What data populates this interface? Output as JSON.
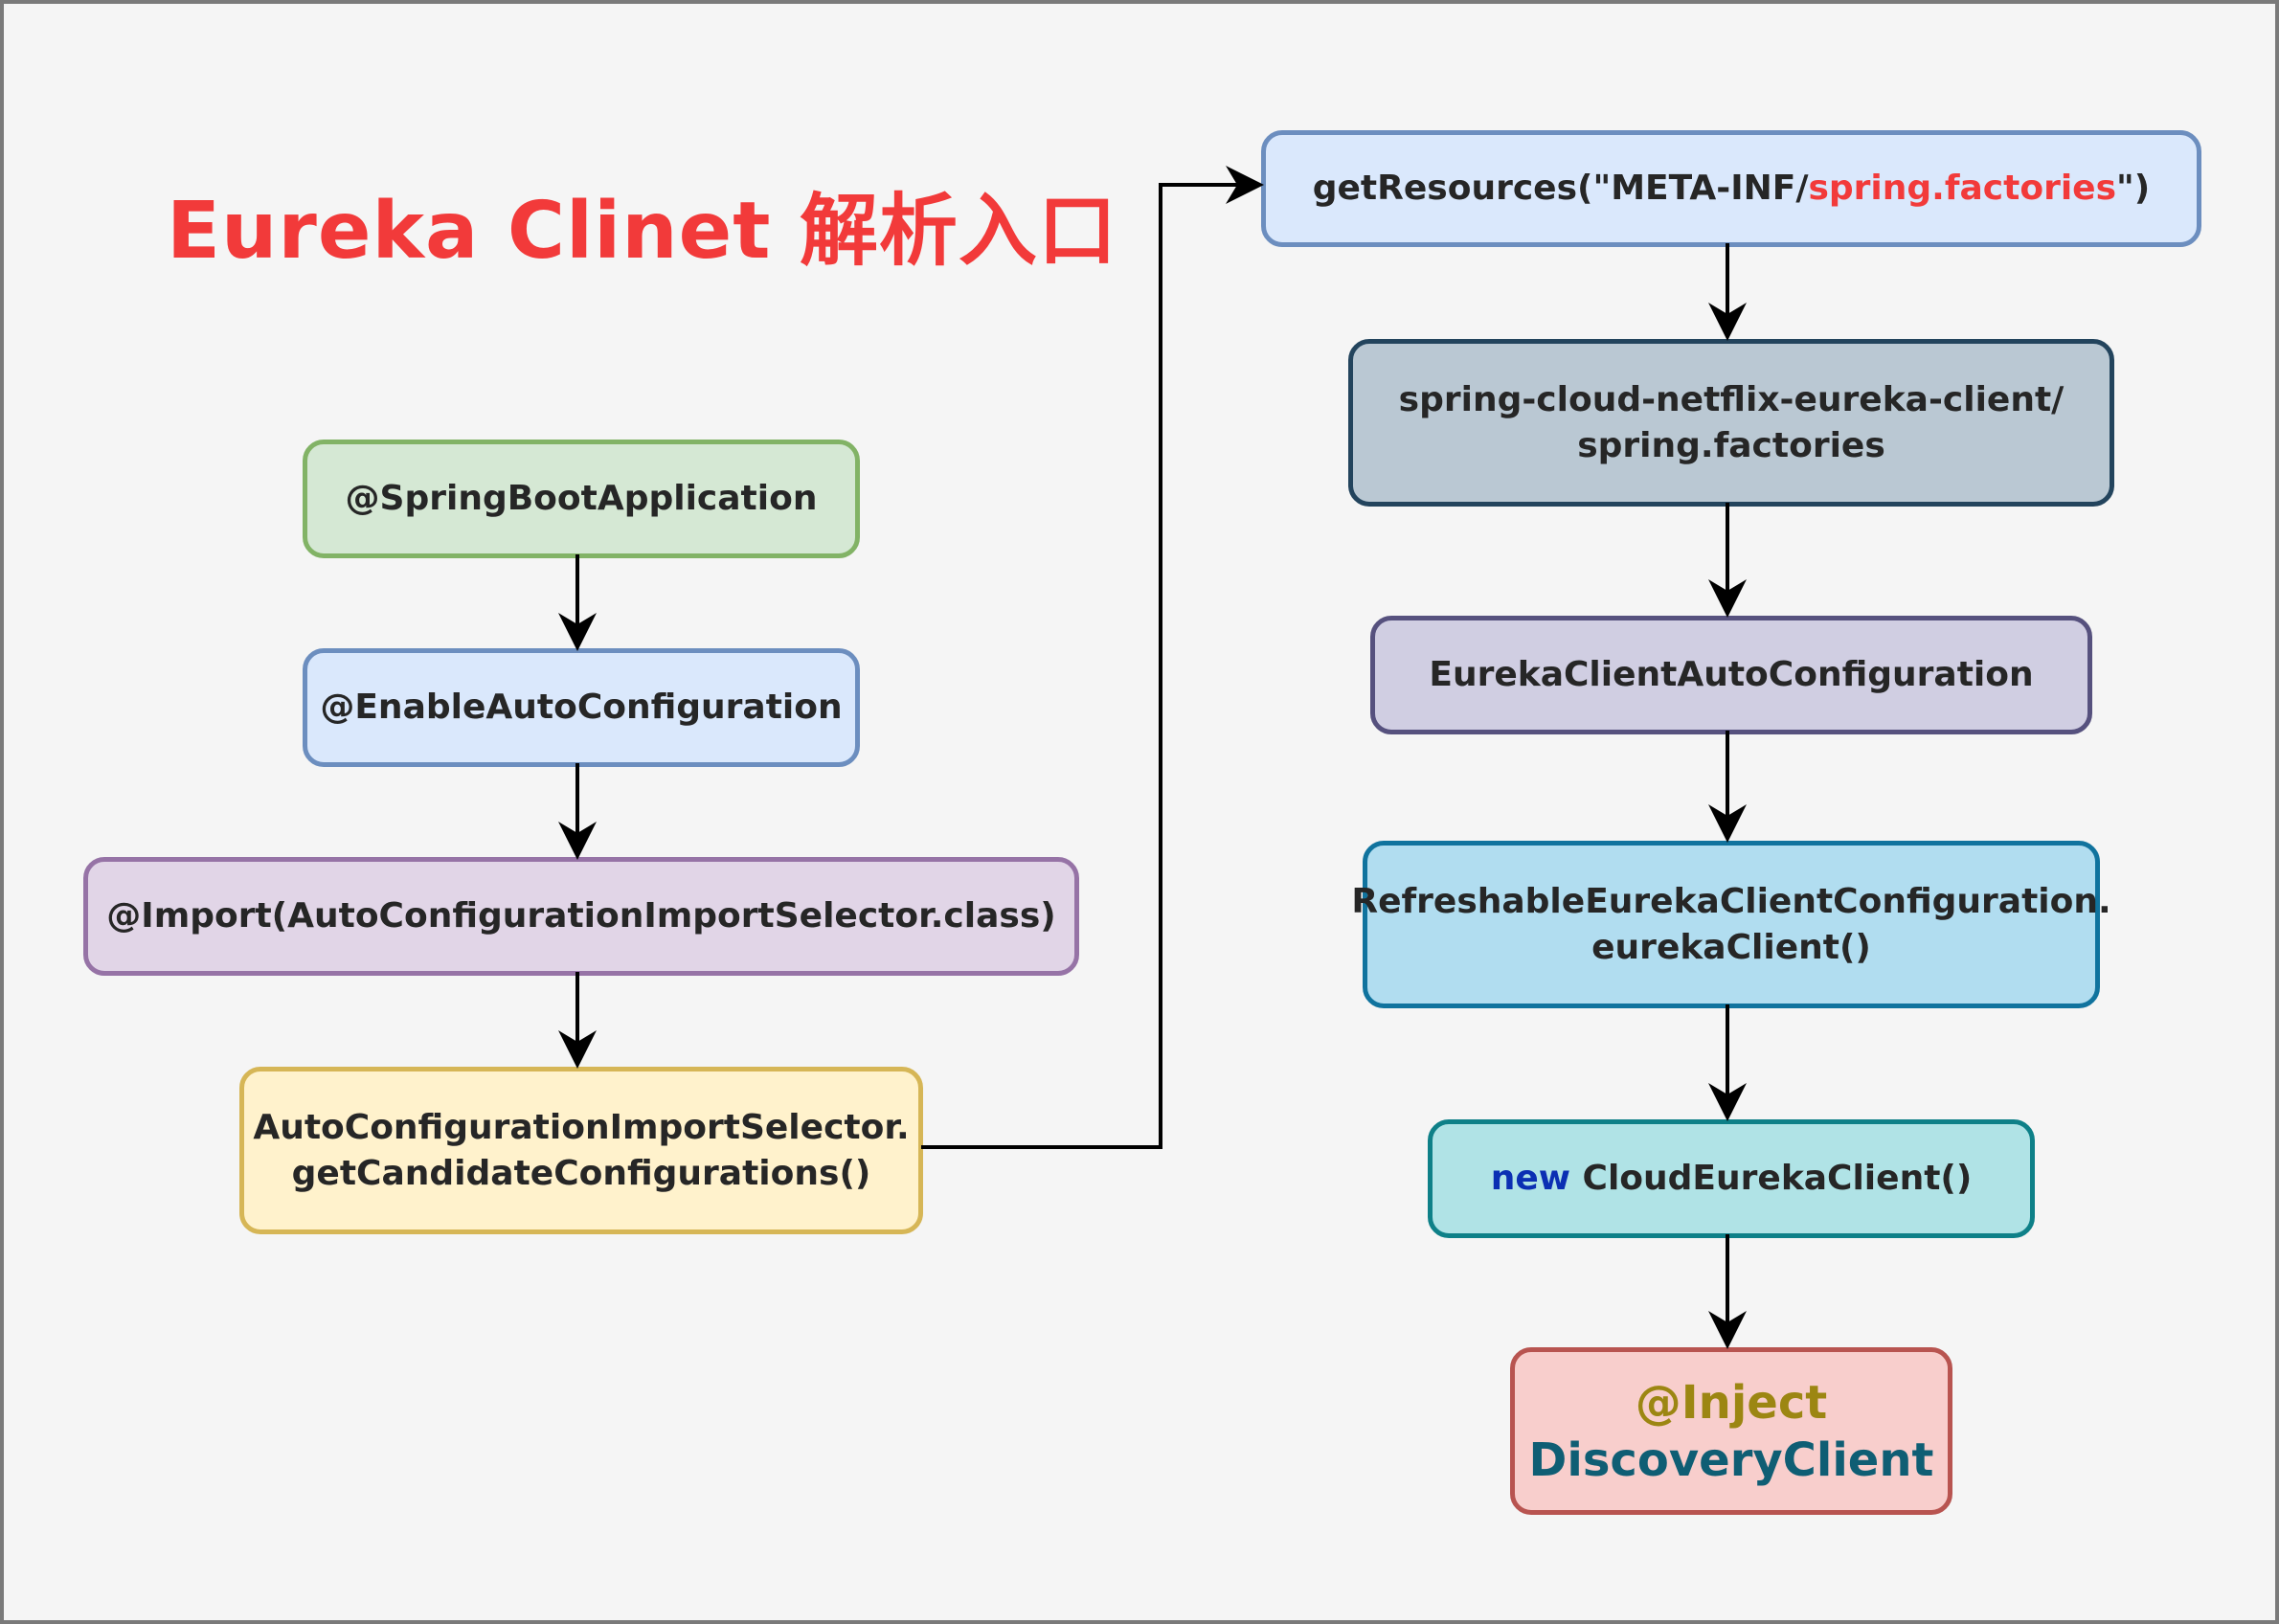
{
  "title": "Eureka Clinet 解析入口",
  "left_chain": {
    "n1": "@SpringBootApplication",
    "n2": "@EnableAutoConfiguration",
    "n3": "@Import(AutoConfigurationImportSelector.class)",
    "n4": [
      "AutoConfigurationImportSelector.",
      "getCandidateConfigurations()"
    ]
  },
  "right_chain": {
    "r1": {
      "prefix": "getResources(\"META-INF/",
      "highlight": "spring.factories",
      "suffix": "\")"
    },
    "r2": [
      "spring-cloud-netflix-eureka-client/",
      "spring.factories"
    ],
    "r3": "EurekaClientAutoConfiguration",
    "r4": [
      "RefreshableEurekaClientConfiguration.",
      "eurekaClient()"
    ],
    "r5": {
      "keyword": "new",
      "rest": " CloudEurekaClient()"
    },
    "r6": [
      "@Inject",
      "DiscoveryClient"
    ]
  },
  "colors": {
    "title": "#f23a3a",
    "highlight": "#f23a3a",
    "keyword": "#0b2fb3",
    "inject": "#9c8612",
    "discovery": "#0f5e74"
  }
}
